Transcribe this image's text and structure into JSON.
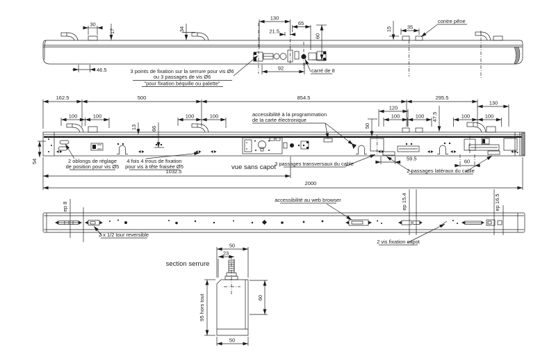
{
  "colors": {
    "ink": "#1c1c1c",
    "bg": "#ffffff",
    "shade": "#8f8f8f"
  },
  "view_side": {
    "dims": {
      "d30": "30",
      "d17": "17",
      "d34": "34",
      "d46_5": "46.5",
      "d130": "130",
      "d21_5": "21.5",
      "d65": "65",
      "d60": "60",
      "d92": "92",
      "d15": "15",
      "d35": "35"
    },
    "labels": {
      "contre_pene": "contre pêne",
      "carre": "carré de 8",
      "fix1": "3 points de fixation sur la serrure pour vis Ø6",
      "fix2": "ou 3 passages de vis Ø6",
      "fix3": "\"pour fixation béquille ou palette\""
    }
  },
  "view_sans_capot": {
    "title": "vue sans capot",
    "dims": {
      "d162_5": "162.5",
      "d500": "500",
      "d854_5": "854.5",
      "d295_5": "295.5",
      "d120": "120",
      "d130": "130",
      "d100": "100",
      "d13": "13",
      "d66": "66",
      "d50": "50",
      "d47_5": "47.5",
      "d54": "54",
      "d59_5": "59.5",
      "d60": "60",
      "d1032_5": "1032.5",
      "d2000": "2000"
    },
    "labels": {
      "oblongs1": "2 oblongs de réglage",
      "oblongs2": "de position pour vis Ø5",
      "trous1": "4 fois 4 trous de fixation",
      "trous2": "pour vis à tête fraisée Ø5",
      "prog1": "accessibilité à la programmation",
      "prog2": "de la carte électronique",
      "transversaux": "3 passages transversaux du cable",
      "lateraux": "2 passages latéraux du cable"
    }
  },
  "view_plan": {
    "labels": {
      "ep8": "ep 8",
      "demi_tour": "2 x 1/2 tour reversible",
      "web": "accessibilité au web browser",
      "vis_capot": "2 vis fixation capot",
      "ep15_4": "ep 15.4",
      "ep16_5": "ep 16.5"
    }
  },
  "view_section": {
    "title": "section serrure",
    "dims": {
      "w_top": "50",
      "d23": "23",
      "d60": "60",
      "h95": "95 hors tout",
      "w_bot": "50"
    }
  }
}
